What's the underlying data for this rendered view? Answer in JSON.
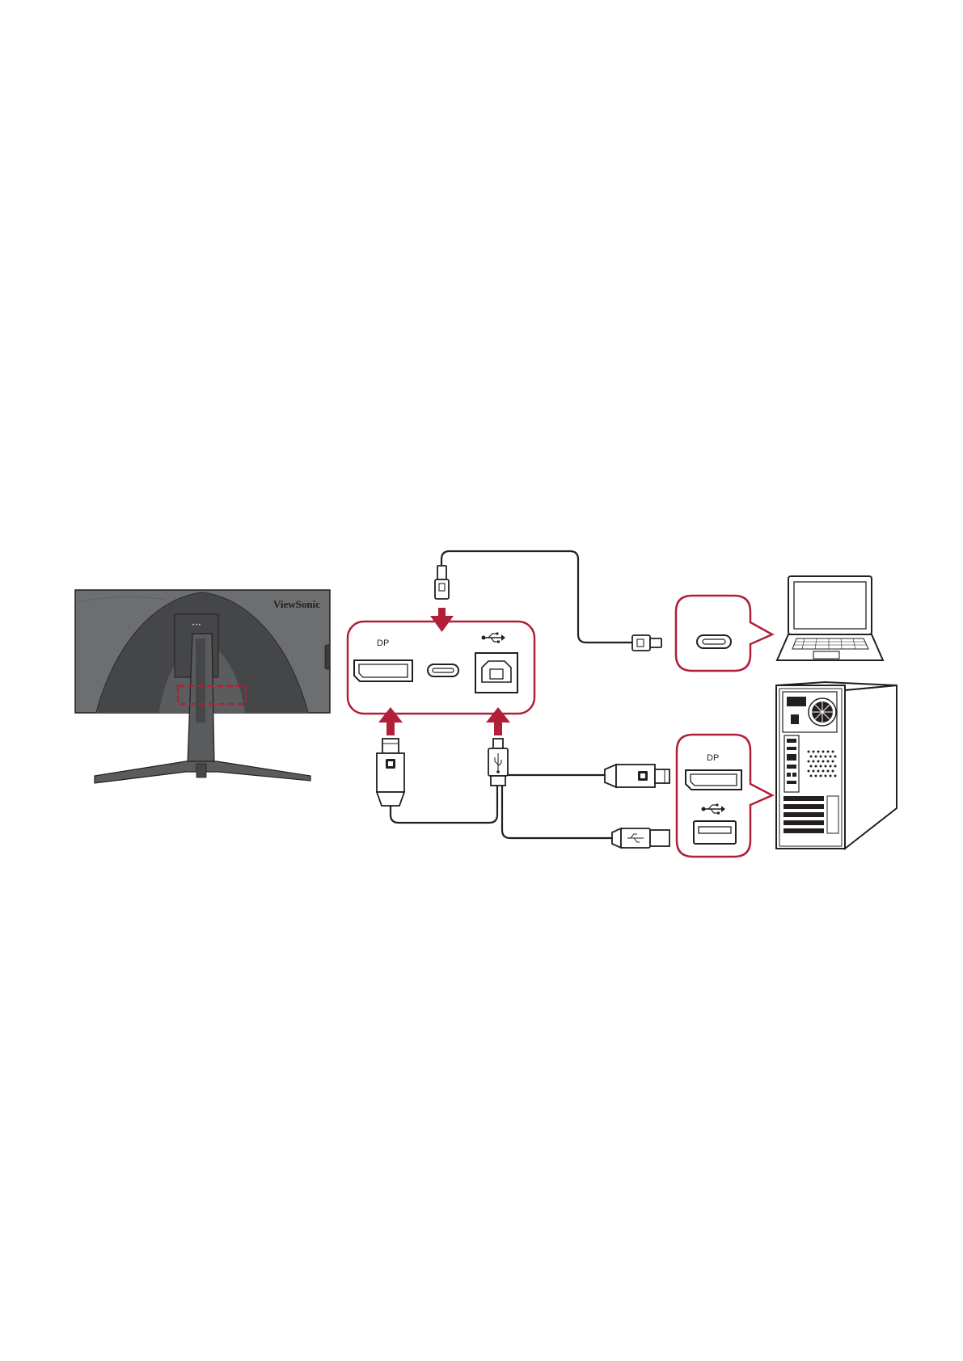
{
  "monitor": {
    "brand": "ViewSonic",
    "icon": "monitor-rear-icon"
  },
  "monitor_ports": {
    "dp_label": "DP",
    "usb_label_icon": "usb-icon",
    "ports": [
      "displayport-port",
      "usb-c-port",
      "usb-b-port"
    ]
  },
  "laptop": {
    "icon": "laptop-icon",
    "port": "usb-c-port"
  },
  "desktop": {
    "icon": "desktop-tower-icon",
    "dp_label": "DP",
    "usb_label_icon": "usb-icon",
    "ports": [
      "displayport-port",
      "usb-a-port"
    ]
  },
  "cables": [
    "usb-c-cable",
    "displayport-cable",
    "usb-a-to-b-cable"
  ],
  "colors": {
    "accent": "#b11f38",
    "line": "#231f20",
    "monitor_body": "#6d6e70",
    "monitor_dark": "#454648"
  }
}
